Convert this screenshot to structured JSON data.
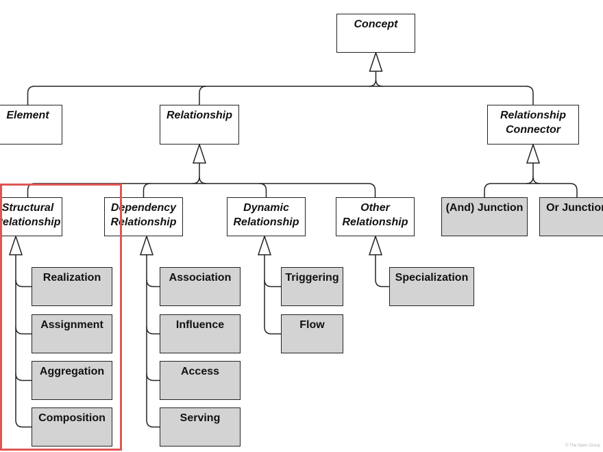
{
  "diagram": {
    "nodes": [
      {
        "id": "concept",
        "label": "Concept",
        "kind": "abstract"
      },
      {
        "id": "element",
        "label": "Element",
        "kind": "abstract"
      },
      {
        "id": "relationship",
        "label": "Relationship",
        "kind": "abstract"
      },
      {
        "id": "relationship-connector",
        "label": "Relationship\nConnector",
        "kind": "abstract"
      },
      {
        "id": "structural-relationship",
        "label": "Structural\nRelationship",
        "kind": "abstract"
      },
      {
        "id": "dependency-relationship",
        "label": "Dependency\nRelationship",
        "kind": "abstract"
      },
      {
        "id": "dynamic-relationship",
        "label": "Dynamic\nRelationship",
        "kind": "abstract"
      },
      {
        "id": "other-relationship",
        "label": "Other\nRelationship",
        "kind": "abstract"
      },
      {
        "id": "and-junction",
        "label": "(And) Junction",
        "kind": "concrete"
      },
      {
        "id": "or-junction",
        "label": "Or Junction",
        "kind": "concrete"
      },
      {
        "id": "realization",
        "label": "Realization",
        "kind": "concrete"
      },
      {
        "id": "assignment",
        "label": "Assignment",
        "kind": "concrete"
      },
      {
        "id": "aggregation",
        "label": "Aggregation",
        "kind": "concrete"
      },
      {
        "id": "composition",
        "label": "Composition",
        "kind": "concrete"
      },
      {
        "id": "association",
        "label": "Association",
        "kind": "concrete"
      },
      {
        "id": "influence",
        "label": "Influence",
        "kind": "concrete"
      },
      {
        "id": "access",
        "label": "Access",
        "kind": "concrete"
      },
      {
        "id": "serving",
        "label": "Serving",
        "kind": "concrete"
      },
      {
        "id": "triggering",
        "label": "Triggering",
        "kind": "concrete"
      },
      {
        "id": "flow",
        "label": "Flow",
        "kind": "concrete"
      },
      {
        "id": "specialization",
        "label": "Specialization",
        "kind": "concrete"
      }
    ],
    "edges": [
      {
        "from": "element",
        "to": "concept",
        "type": "generalization"
      },
      {
        "from": "relationship",
        "to": "concept",
        "type": "generalization"
      },
      {
        "from": "relationship-connector",
        "to": "concept",
        "type": "generalization"
      },
      {
        "from": "structural-relationship",
        "to": "relationship",
        "type": "generalization"
      },
      {
        "from": "dependency-relationship",
        "to": "relationship",
        "type": "generalization"
      },
      {
        "from": "dynamic-relationship",
        "to": "relationship",
        "type": "generalization"
      },
      {
        "from": "other-relationship",
        "to": "relationship",
        "type": "generalization"
      },
      {
        "from": "and-junction",
        "to": "relationship-connector",
        "type": "generalization"
      },
      {
        "from": "or-junction",
        "to": "relationship-connector",
        "type": "generalization"
      },
      {
        "from": "realization",
        "to": "structural-relationship",
        "type": "generalization"
      },
      {
        "from": "assignment",
        "to": "structural-relationship",
        "type": "generalization"
      },
      {
        "from": "aggregation",
        "to": "structural-relationship",
        "type": "generalization"
      },
      {
        "from": "composition",
        "to": "structural-relationship",
        "type": "generalization"
      },
      {
        "from": "association",
        "to": "dependency-relationship",
        "type": "generalization"
      },
      {
        "from": "influence",
        "to": "dependency-relationship",
        "type": "generalization"
      },
      {
        "from": "access",
        "to": "dependency-relationship",
        "type": "generalization"
      },
      {
        "from": "serving",
        "to": "dependency-relationship",
        "type": "generalization"
      },
      {
        "from": "triggering",
        "to": "dynamic-relationship",
        "type": "generalization"
      },
      {
        "from": "flow",
        "to": "dynamic-relationship",
        "type": "generalization"
      },
      {
        "from": "specialization",
        "to": "other-relationship",
        "type": "generalization"
      }
    ],
    "highlighted_group": "structural-relationship",
    "highlight_color": "#e05555",
    "concrete_fill": "#d3d3d3"
  },
  "footer": "© The Open Group"
}
